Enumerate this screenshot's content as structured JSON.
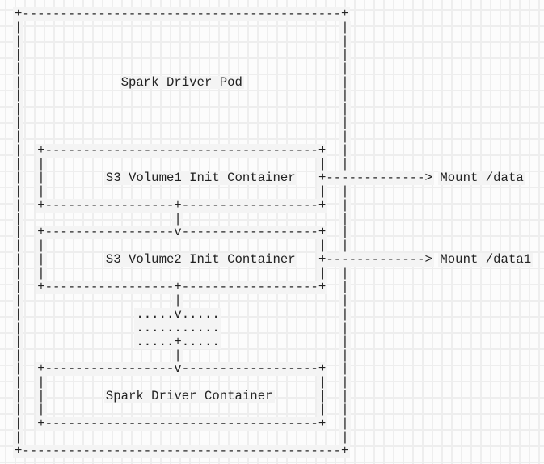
{
  "colors": {
    "background": "#fcfcfc",
    "grid_line": "#eeeeee",
    "text": "#222222",
    "highlight_band": "#f4f4f4"
  },
  "diagram": {
    "type": "ascii-flowchart",
    "nodes": [
      "Spark Driver Pod",
      "S3 Volume1 Init Container",
      "S3 Volume2 Init Container",
      "Spark Driver Container"
    ],
    "annotations": [
      "Mount /data",
      "Mount /data1"
    ],
    "rows": [
      [
        {
          "c": 0,
          "t": "+------------------------------------------+",
          "n": "pod-box-top-border"
        }
      ],
      [
        {
          "c": 0,
          "t": "|"
        },
        {
          "c": 43,
          "t": "|"
        }
      ],
      [
        {
          "c": 0,
          "t": "|"
        },
        {
          "c": 43,
          "t": "|"
        }
      ],
      [
        {
          "c": 0,
          "t": "|"
        },
        {
          "c": 43,
          "t": "|"
        }
      ],
      [
        {
          "c": 0,
          "t": "|"
        },
        {
          "c": 43,
          "t": "|"
        }
      ],
      [
        {
          "c": 0,
          "t": "|"
        },
        {
          "c": 14,
          "t": "Spark Driver Pod",
          "n": "spark-driver-pod-label"
        },
        {
          "c": 43,
          "t": "|"
        }
      ],
      [
        {
          "c": 0,
          "t": "|"
        },
        {
          "c": 43,
          "t": "|"
        }
      ],
      [
        {
          "c": 0,
          "t": "|"
        },
        {
          "c": 43,
          "t": "|"
        }
      ],
      [
        {
          "c": 0,
          "t": "|"
        },
        {
          "c": 43,
          "t": "|"
        }
      ],
      [
        {
          "c": 0,
          "t": "|"
        },
        {
          "c": 43,
          "t": "|"
        }
      ],
      [
        {
          "c": 0,
          "t": "|"
        },
        {
          "c": 3,
          "t": "+------------------------------------+",
          "n": "volume1-box-top-border"
        },
        {
          "c": 43,
          "t": "|"
        }
      ],
      [
        {
          "c": 0,
          "t": "|"
        },
        {
          "c": 3,
          "t": "|"
        },
        {
          "c": 40,
          "t": "|"
        },
        {
          "c": 43,
          "t": "|"
        }
      ],
      [
        {
          "c": 0,
          "t": "|"
        },
        {
          "c": 3,
          "t": "|"
        },
        {
          "c": 12,
          "t": "S3 Volume1 Init Container",
          "n": "s3-volume1-init-container-label"
        },
        {
          "c": 40,
          "t": "+------------->",
          "n": "mount-data-arrow"
        },
        {
          "c": 56,
          "t": "Mount /data",
          "n": "mount-data-label"
        }
      ],
      [
        {
          "c": 0,
          "t": "|"
        },
        {
          "c": 3,
          "t": "|"
        },
        {
          "c": 40,
          "t": "|"
        },
        {
          "c": 43,
          "t": "|"
        }
      ],
      [
        {
          "c": 0,
          "t": "|"
        },
        {
          "c": 3,
          "t": "+-----------------+------------------+",
          "n": "volume1-box-bottom-border"
        },
        {
          "c": 43,
          "t": "|"
        }
      ],
      [
        {
          "c": 0,
          "t": "|"
        },
        {
          "c": 21,
          "t": "|",
          "n": "connector-volume1-volume2"
        },
        {
          "c": 43,
          "t": "|"
        }
      ],
      [
        {
          "c": 0,
          "t": "|"
        },
        {
          "c": 3,
          "t": "+-----------------v------------------+",
          "n": "volume2-box-top-border"
        },
        {
          "c": 43,
          "t": "|"
        }
      ],
      [
        {
          "c": 0,
          "t": "|"
        },
        {
          "c": 3,
          "t": "|"
        },
        {
          "c": 40,
          "t": "|"
        },
        {
          "c": 43,
          "t": "|"
        }
      ],
      [
        {
          "c": 0,
          "t": "|"
        },
        {
          "c": 3,
          "t": "|"
        },
        {
          "c": 12,
          "t": "S3 Volume2 Init Container",
          "n": "s3-volume2-init-container-label"
        },
        {
          "c": 40,
          "t": "+------------->",
          "n": "mount-data1-arrow"
        },
        {
          "c": 56,
          "t": "Mount /data1",
          "n": "mount-data1-label"
        }
      ],
      [
        {
          "c": 0,
          "t": "|"
        },
        {
          "c": 3,
          "t": "|"
        },
        {
          "c": 40,
          "t": "|"
        },
        {
          "c": 43,
          "t": "|"
        }
      ],
      [
        {
          "c": 0,
          "t": "|"
        },
        {
          "c": 3,
          "t": "+-----------------+------------------+",
          "n": "volume2-box-bottom-border"
        },
        {
          "c": 43,
          "t": "|"
        }
      ],
      [
        {
          "c": 0,
          "t": "|"
        },
        {
          "c": 21,
          "t": "|",
          "n": "connector-volume2-dots"
        },
        {
          "c": 43,
          "t": "|"
        }
      ],
      [
        {
          "c": 0,
          "t": "|"
        },
        {
          "c": 16,
          "t": ".....v.....",
          "n": "dotted-ellipsis-row1"
        },
        {
          "c": 43,
          "t": "|"
        }
      ],
      [
        {
          "c": 0,
          "t": "|"
        },
        {
          "c": 16,
          "t": "...........",
          "n": "dotted-ellipsis-row2"
        },
        {
          "c": 43,
          "t": "|"
        }
      ],
      [
        {
          "c": 0,
          "t": "|"
        },
        {
          "c": 16,
          "t": ".....+.....",
          "n": "dotted-ellipsis-row3"
        },
        {
          "c": 43,
          "t": "|"
        }
      ],
      [
        {
          "c": 0,
          "t": "|"
        },
        {
          "c": 21,
          "t": "|",
          "n": "connector-dots-driver"
        },
        {
          "c": 43,
          "t": "|"
        }
      ],
      [
        {
          "c": 0,
          "t": "|"
        },
        {
          "c": 3,
          "t": "+-----------------v------------------+",
          "n": "driver-box-top-border"
        },
        {
          "c": 43,
          "t": "|"
        }
      ],
      [
        {
          "c": 0,
          "t": "|"
        },
        {
          "c": 3,
          "t": "|"
        },
        {
          "c": 40,
          "t": "|"
        },
        {
          "c": 43,
          "t": "|"
        }
      ],
      [
        {
          "c": 0,
          "t": "|"
        },
        {
          "c": 3,
          "t": "|"
        },
        {
          "c": 12,
          "t": "Spark Driver Container",
          "n": "spark-driver-container-label"
        },
        {
          "c": 40,
          "t": "|"
        },
        {
          "c": 43,
          "t": "|"
        }
      ],
      [
        {
          "c": 0,
          "t": "|"
        },
        {
          "c": 3,
          "t": "|"
        },
        {
          "c": 40,
          "t": "|"
        },
        {
          "c": 43,
          "t": "|"
        }
      ],
      [
        {
          "c": 0,
          "t": "|"
        },
        {
          "c": 3,
          "t": "+------------------------------------+",
          "n": "driver-box-bottom-border"
        },
        {
          "c": 43,
          "t": "|"
        }
      ],
      [
        {
          "c": 0,
          "t": "|"
        },
        {
          "c": 43,
          "t": "|"
        }
      ],
      [
        {
          "c": 0,
          "t": "+------------------------------------------+",
          "n": "pod-box-bottom-border"
        }
      ]
    ]
  }
}
